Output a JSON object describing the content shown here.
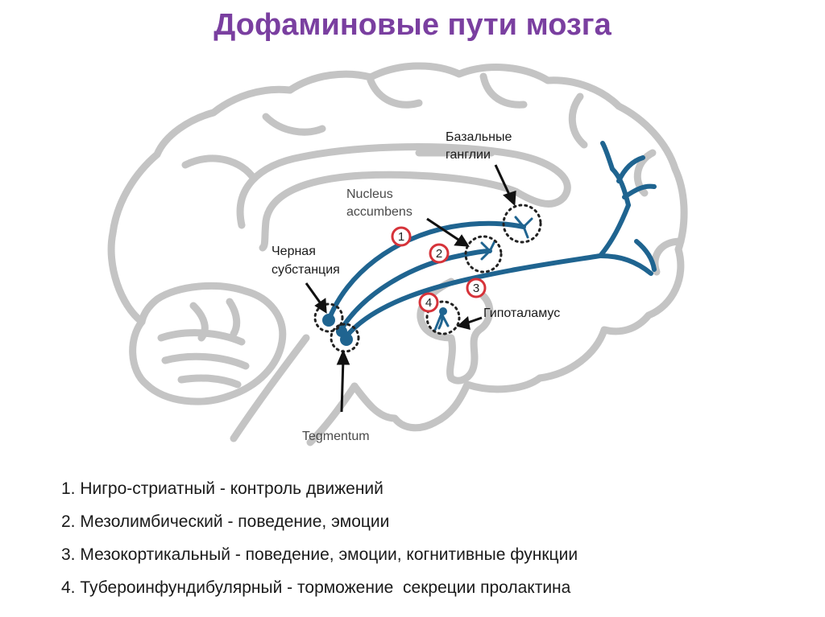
{
  "title": "Дофаминовые пути мозга",
  "colors": {
    "title": "#7a3fa0",
    "pathway": "#1f6490",
    "brain_outline": "#c4c4c4",
    "marker": "#d6333a"
  },
  "labels": {
    "basal_ganglia_line1": "Базальные",
    "basal_ganglia_line2": "ганглии",
    "nucleus_line1": "Nucleus",
    "nucleus_line2": "accumbens",
    "substantia_line1": "Черная",
    "substantia_line2": "субстанция",
    "hypothalamus": "Гипоталамус",
    "tegmentum": "Tegmentum"
  },
  "markers": [
    "1",
    "2",
    "3",
    "4"
  ],
  "legend": [
    "1. Нигро-стриатный - контроль движений",
    "2. Мезолимбический - поведение, эмоции",
    "3. Мезокортикальный - поведение, эмоции, когнитивные функции",
    "4. Тубероинфундибулярный - торможение  секреции пролактина"
  ]
}
